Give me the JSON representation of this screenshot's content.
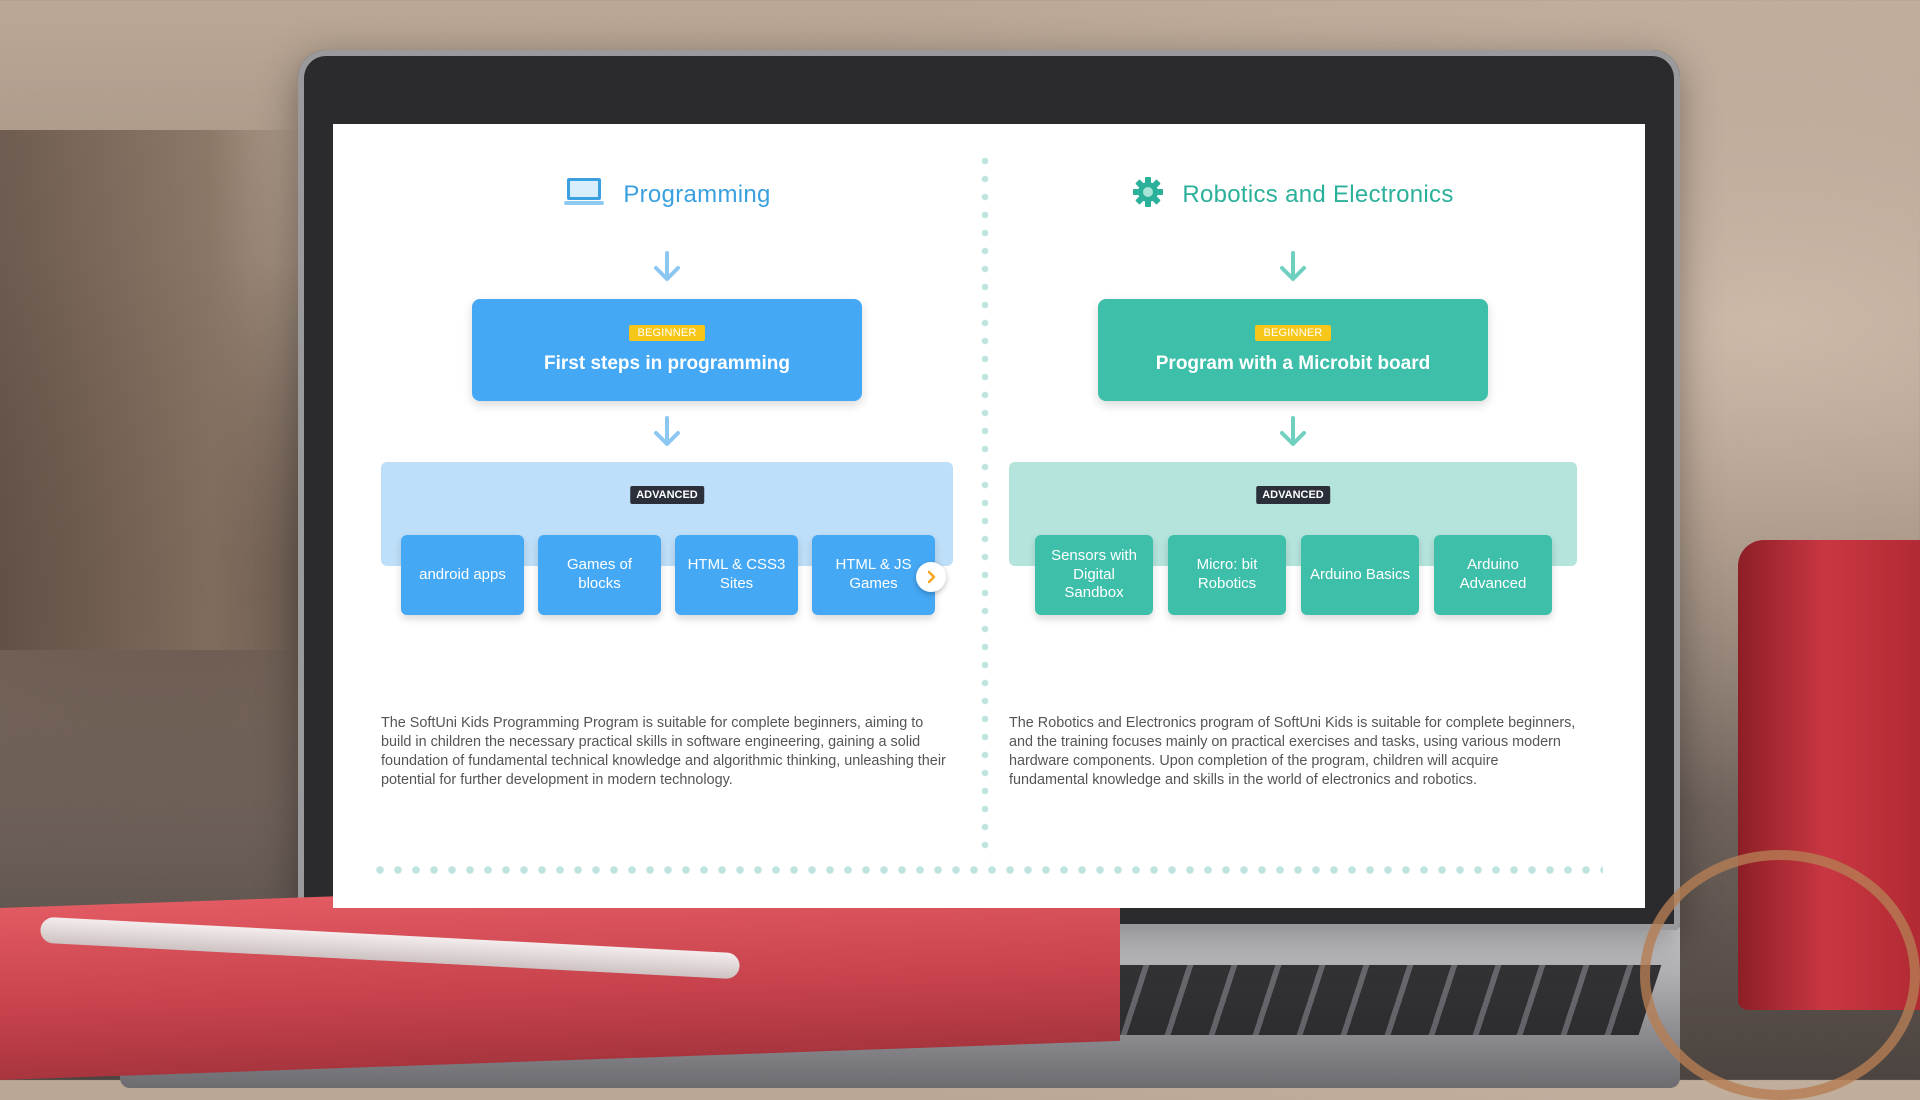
{
  "programming": {
    "title": "Programming",
    "beginner_badge": "BEGINNER",
    "beginner_course": "First steps in programming",
    "advanced_badge": "ADVANCED",
    "courses": [
      "android apps",
      "Games of blocks",
      "HTML & CSS3 Sites",
      "HTML & JS Games"
    ],
    "description": "The SoftUni Kids Programming Program is suitable for complete beginners, aiming to build in children the necessary practical skills in software engineering, gaining a solid foundation of fundamental technical knowledge and algorithmic thinking, unleashing their potential for further development in modern technology.",
    "icon": "laptop-icon",
    "accent": "#45a8f5"
  },
  "robotics": {
    "title": "Robotics and Electronics",
    "beginner_badge": "BEGINNER",
    "beginner_course": "Program with a Microbit board",
    "advanced_badge": "ADVANCED",
    "courses": [
      "Sensors with Digital Sandbox",
      "Micro: bit Robotics",
      "Arduino Basics",
      "Arduino Advanced"
    ],
    "description": "The Robotics and Electronics program of SoftUni Kids is suitable for complete beginners, and the training focuses mainly on practical exercises and tasks, using various modern hardware components. Upon completion of the program, children will acquire fundamental knowledge and skills in the world of electronics and robotics.",
    "icon": "gear-icon",
    "accent": "#3ebfaa"
  },
  "controls": {
    "next_icon": "chevron-right-icon"
  }
}
